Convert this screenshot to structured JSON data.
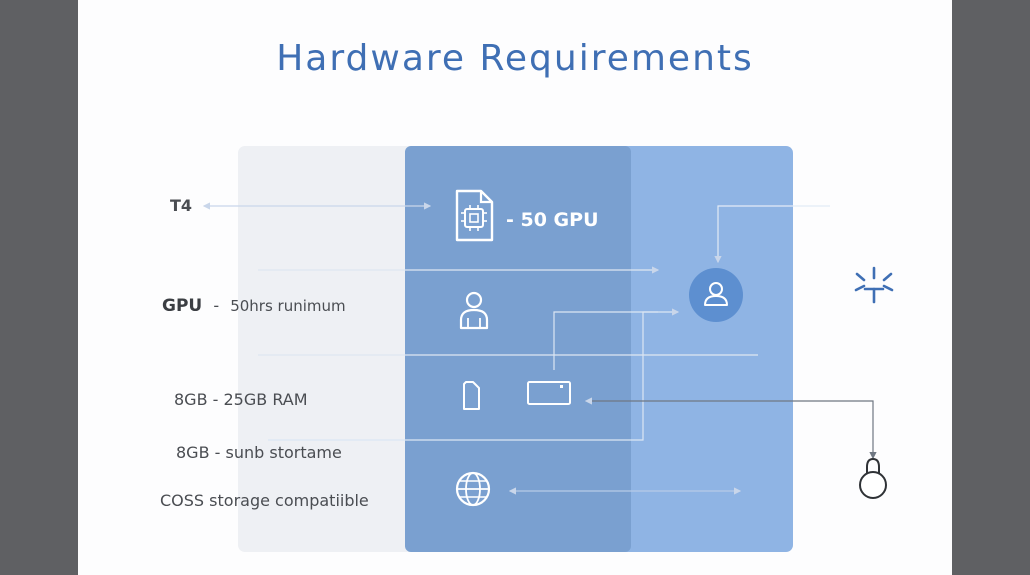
{
  "title": "Hardware Requirements",
  "labels": {
    "t4": "T4",
    "gpu_key": "GPU",
    "gpu_sep": "-",
    "gpu_value": "50hrs runimum",
    "ram": "8GB - 25GB  RAM",
    "storage": "8GB - sunb stortame",
    "coss": "COSS  storage compatiible"
  },
  "center": {
    "gpu_text": "- 50 GPU"
  },
  "icons": {
    "chip": "chip-document-icon",
    "person": "person-icon",
    "phone": "device-icon",
    "monitor": "monitor-icon",
    "globe": "globe-icon",
    "user_circle": "user-circle-icon",
    "spark": "spark-icon",
    "lock": "lock-icon"
  },
  "colors": {
    "title": "#3f6fb4",
    "panel_mid": "#7aa0d0",
    "panel_right": "#8fb4e4",
    "panel_light": "#eef0f4",
    "accent": "#5d8fd0"
  }
}
